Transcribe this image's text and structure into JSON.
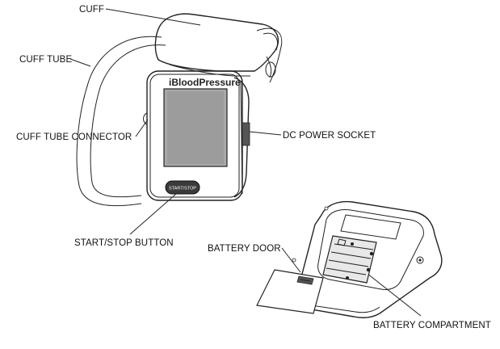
{
  "labels": {
    "cuff": "CUFF",
    "cuff_tube": "CUFF TUBE",
    "cuff_tube_connector": "CUFF TUBE CONNECTOR",
    "dc_power_socket": "DC POWER SOCKET",
    "start_stop_button": "START/STOP BUTTON",
    "battery_door": "BATTERY DOOR",
    "battery_compartment": "BATTERY COMPARTMENT"
  },
  "device": {
    "brand": "iBloodPressure",
    "button_text": "START/STOP"
  }
}
